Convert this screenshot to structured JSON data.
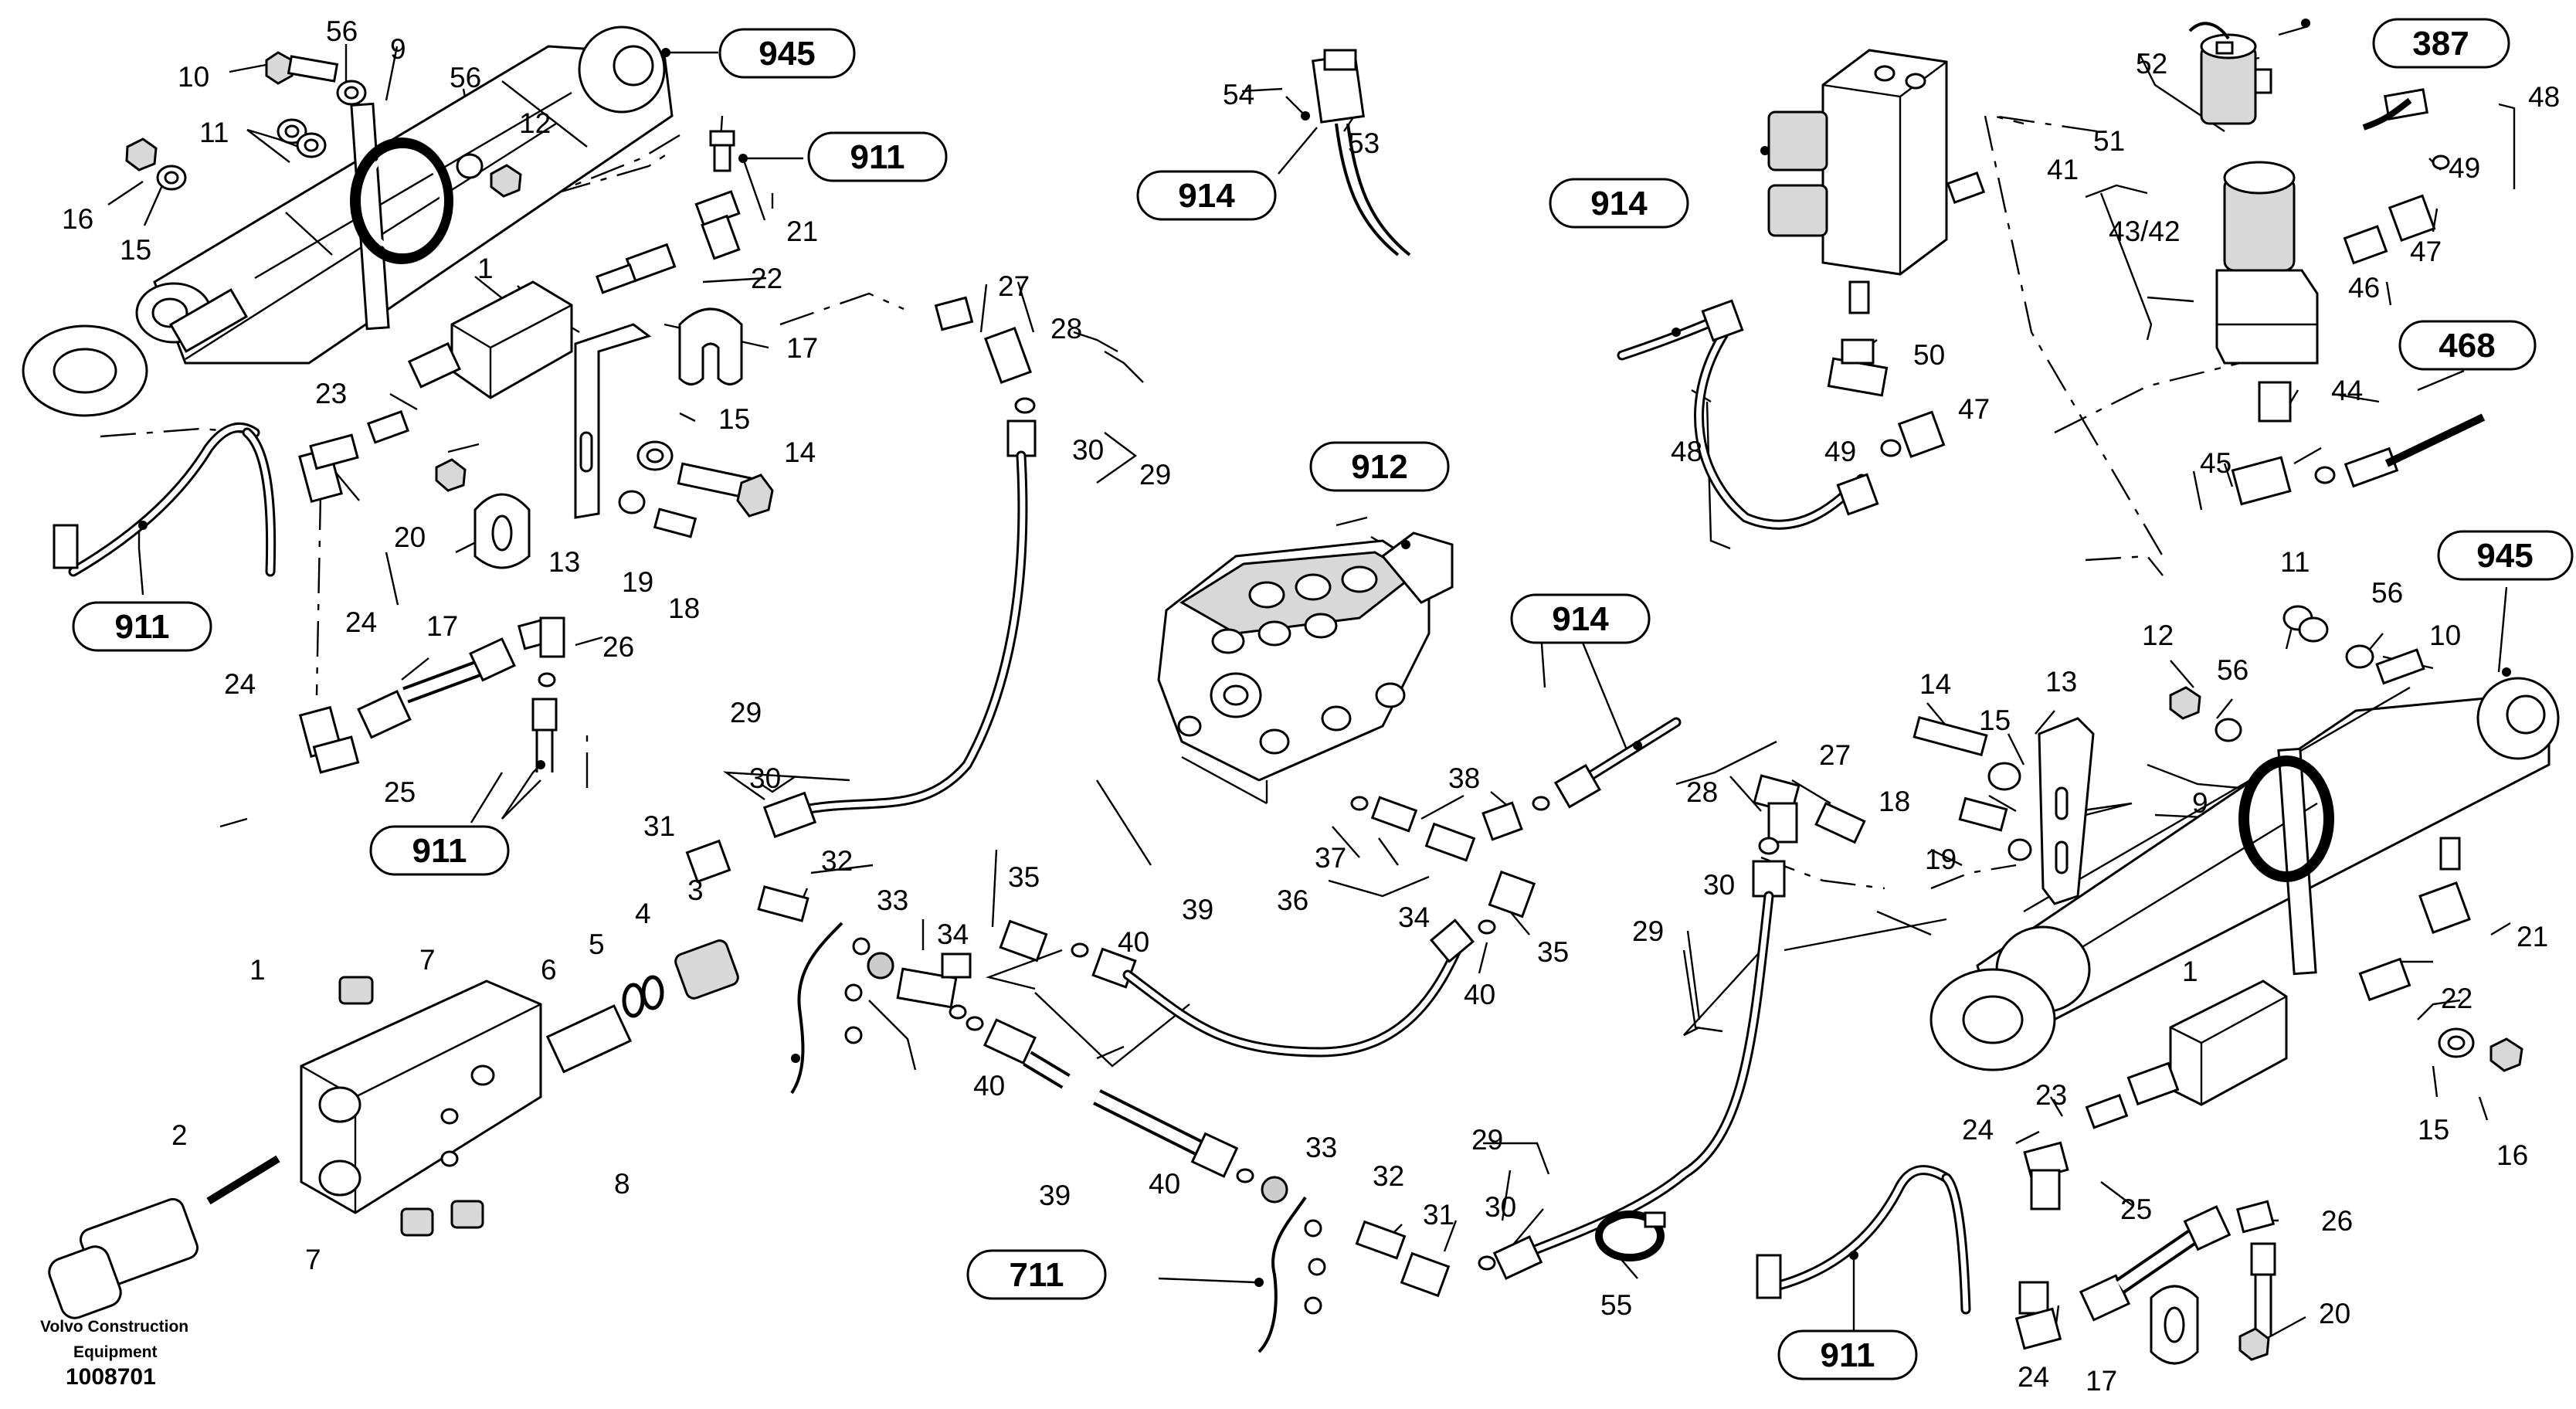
{
  "footer": {
    "company_line1": "Volvo Construction",
    "company_line2": "Equipment",
    "document_number": "1008701"
  },
  "reference_badges": {
    "r945_top": "945",
    "r945_right": "945",
    "r911_top": "911",
    "r911_left": "911",
    "r911_mid": "911",
    "r911_bottom": "911",
    "r914_top": "914",
    "r914_upper_right": "914",
    "r914_mid": "914",
    "r912": "912",
    "r387": "387",
    "r468": "468",
    "r711": "711"
  },
  "callouts": {
    "c56a": "56",
    "c10a": "10",
    "c9a": "9",
    "c56b": "56",
    "c11a": "11",
    "c12a": "12",
    "c16a": "16",
    "c15a": "15",
    "c21a": "21",
    "c1a": "1",
    "c22a": "22",
    "c17a": "17",
    "c27a": "27",
    "c28a": "28",
    "c23a": "23",
    "c15b": "15",
    "c14a": "14",
    "c30a": "30",
    "c29a": "29",
    "c20a": "20",
    "c13a": "13",
    "c19a": "19",
    "c18a": "18",
    "c17b": "17",
    "c24a": "24",
    "c24b": "24",
    "c26a": "26",
    "c25a": "25",
    "c54": "54",
    "c53": "53",
    "c29b": "29",
    "c30b": "30",
    "c31a": "31",
    "c3": "3",
    "c32a": "32",
    "c4": "4",
    "c5": "5",
    "c6": "6",
    "c7a": "7",
    "c1b": "1",
    "c2": "2",
    "c8": "8",
    "c7b": "7",
    "c33a": "33",
    "c34a": "34",
    "c35a": "35",
    "c40a": "40",
    "c39a": "39",
    "c40b": "40",
    "c39b": "39",
    "c40c": "40",
    "c33b": "33",
    "c38": "38",
    "c37": "37",
    "c36": "36",
    "c34b": "34",
    "c35b": "35",
    "c40d": "40",
    "c32b": "32",
    "c31b": "31",
    "c29c": "29",
    "c30c": "30",
    "c55": "55",
    "c52": "52",
    "c51": "51",
    "c41": "41",
    "c48a": "48",
    "c49a": "49",
    "c4342": "43/42",
    "c47a": "47",
    "c46": "46",
    "c44": "44",
    "c45": "45",
    "c50": "50",
    "c47b": "47",
    "c49b": "49",
    "c48b": "48",
    "c11b": "11",
    "c56c": "56",
    "c10b": "10",
    "c12b": "12",
    "c56d": "56",
    "c14b": "14",
    "c13b": "13",
    "c15c": "15",
    "c28b": "28",
    "c27b": "27",
    "c18b": "18",
    "c19b": "19",
    "c9b": "9",
    "c30d": "30",
    "c29d": "29",
    "c21b": "21",
    "c1c": "1",
    "c22b": "22",
    "c23b": "23",
    "c15d": "15",
    "c16b": "16",
    "c24c": "24",
    "c25b": "25",
    "c26b": "26",
    "c24d": "24",
    "c17c": "17",
    "c20b": "20"
  }
}
